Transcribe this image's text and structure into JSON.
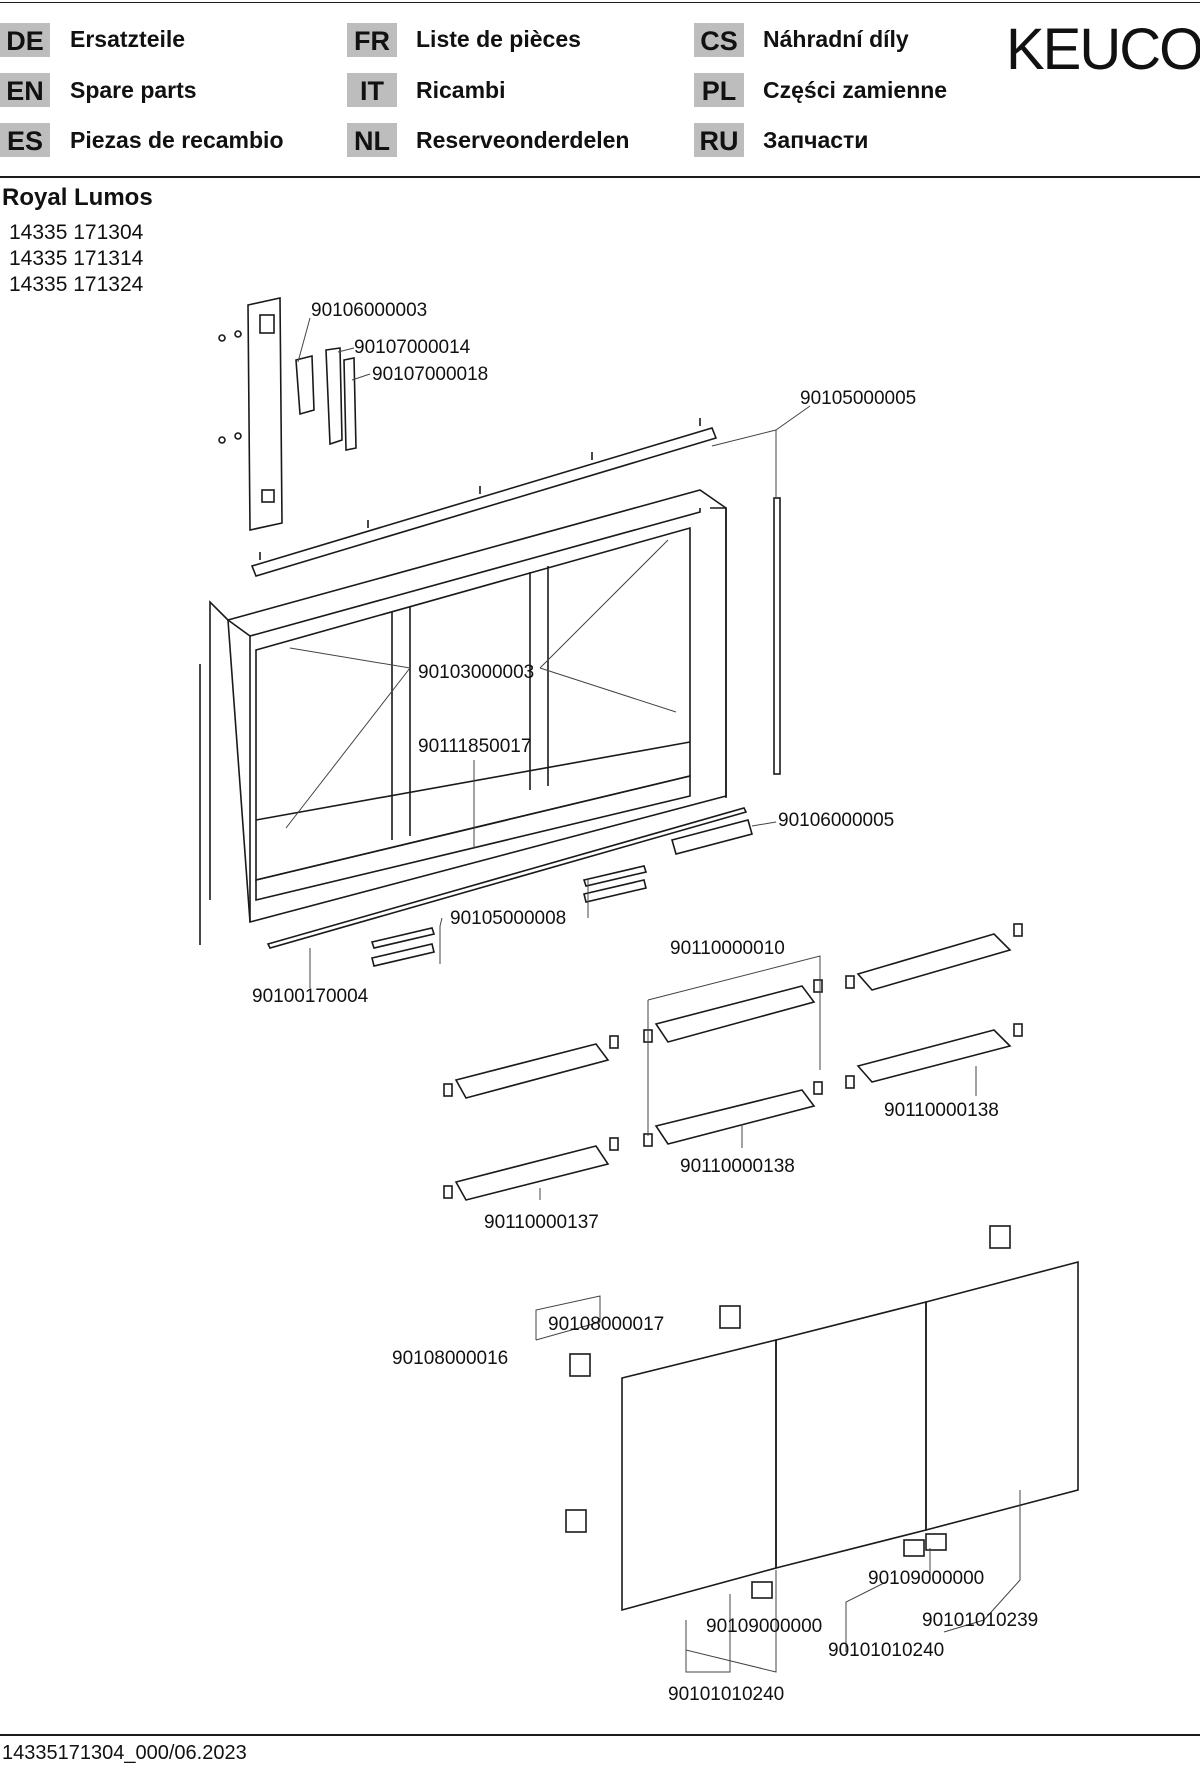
{
  "languages": [
    {
      "code": "DE",
      "label": "Ersatzteile"
    },
    {
      "code": "EN",
      "label": "Spare parts"
    },
    {
      "code": "ES",
      "label": "Piezas de recambio"
    },
    {
      "code": "FR",
      "label": "Liste de pièces"
    },
    {
      "code": "IT",
      "label": "Ricambi"
    },
    {
      "code": "NL",
      "label": "Reserveonderdelen"
    },
    {
      "code": "CS",
      "label": "Náhradní díly"
    },
    {
      "code": "PL",
      "label": "Części zamienne"
    },
    {
      "code": "RU",
      "label": "Запчасти"
    }
  ],
  "brand": "KEUCO",
  "product": {
    "name": "Royal Lumos",
    "articles": [
      "14335 171304",
      "14335 171314",
      "14335 171324"
    ]
  },
  "parts": {
    "p1": "90106000003",
    "p2": "90107000014",
    "p3": "90107000018",
    "p4": "90105000005",
    "p5": "90103000003",
    "p6": "90111850017",
    "p7": "90106000005",
    "p8": "90105000008",
    "p9": "90100170004",
    "p10": "90110000010",
    "p11": "90110000138",
    "p12": "90110000138",
    "p13": "90110000137",
    "p14": "90108000017",
    "p15": "90108000016",
    "p16": "90109000000",
    "p17": "90101010239",
    "p18": "90109000000",
    "p19": "90101010240",
    "p20": "90101010240"
  },
  "footer": "14335171304_000/06.2023"
}
